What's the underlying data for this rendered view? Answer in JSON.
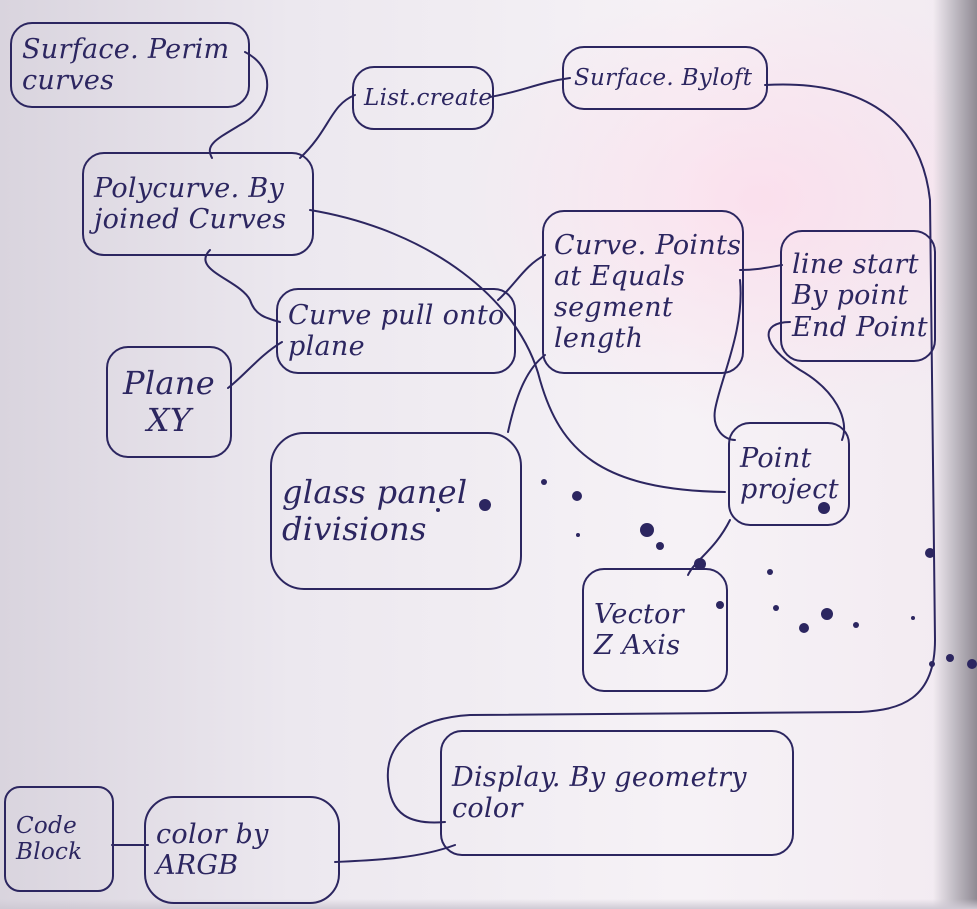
{
  "nodes": {
    "surface_perim_curves": {
      "lines": [
        "Surface. Perim",
        "curves"
      ]
    },
    "list_create": {
      "lines": [
        "List.create"
      ]
    },
    "surface_byloft": {
      "lines": [
        "Surface. Byloft"
      ]
    },
    "polycurve_by_joined_curves": {
      "lines": [
        "Polycurve. By",
        "joined Curves"
      ]
    },
    "curve_points_at_equal_segment_length": {
      "lines": [
        "Curve. Points",
        "at Equals",
        "segment",
        "length"
      ]
    },
    "line_by_start_end_point": {
      "lines": [
        "line start",
        "By point",
        "End Point"
      ]
    },
    "curve_pull_onto_plane": {
      "lines": [
        "Curve pull onto",
        "plane"
      ]
    },
    "plane_xy": {
      "lines": [
        "Plane",
        "XY"
      ]
    },
    "glass_panel_divisions": {
      "lines": [
        "glass panel",
        "divisions"
      ]
    },
    "point_project": {
      "lines": [
        "Point",
        "project"
      ]
    },
    "vector_z_axis": {
      "lines": [
        "Vector",
        "Z Axis"
      ]
    },
    "code_block": {
      "lines": [
        "Code",
        "Block"
      ]
    },
    "color_by_argb": {
      "lines": [
        "color by",
        "ARGB"
      ]
    },
    "display_by_geometry_color": {
      "lines": [
        "Display. By geometry",
        "color"
      ]
    }
  },
  "colors": {
    "ink": "#2c2660",
    "paper": "#f3eff4"
  }
}
